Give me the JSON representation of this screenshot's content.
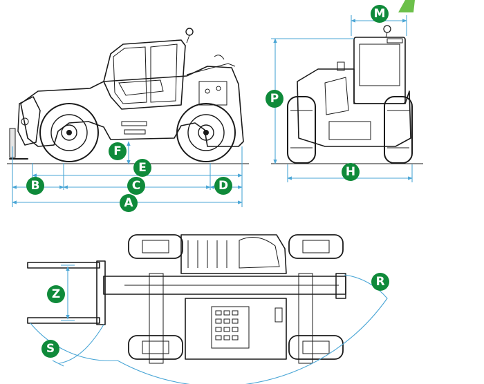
{
  "colors": {
    "badge": "#0f8a3a",
    "badge_text": "#ffffff",
    "dimension_line": "#4aa6d6",
    "outline": "#1a1a1a",
    "accent_tab": "#6cc04a"
  },
  "badges": {
    "M": "M",
    "P": "P",
    "H": "H",
    "F": "F",
    "E": "E",
    "B": "B",
    "C": "C",
    "D": "D",
    "A": "A",
    "R": "R",
    "Z": "Z",
    "S": "S"
  },
  "icons": [
    "arrow-icon"
  ]
}
